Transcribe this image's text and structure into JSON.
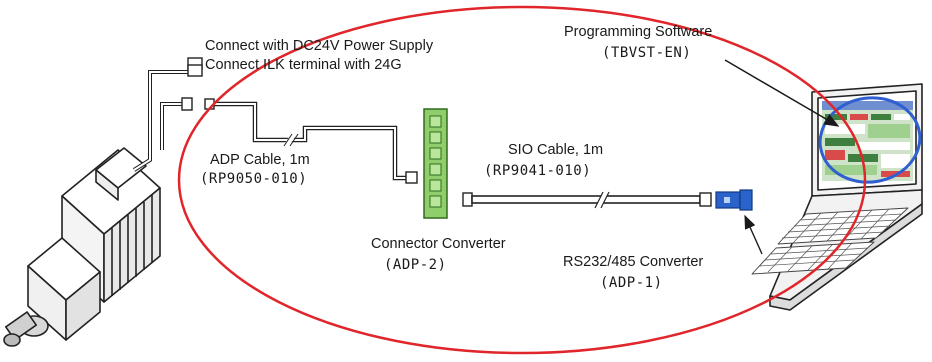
{
  "labels": {
    "power_supply": "Connect with DC24V Power Supply",
    "ilk_terminal": "Connect ILK terminal with 24G",
    "programming_software": "Programming Software",
    "programming_software_code": "(TBVST-EN)",
    "adp_cable": "ADP Cable, 1m",
    "adp_cable_code": "(RP9050-010)",
    "sio_cable": "SIO Cable, 1m",
    "sio_cable_code": "(RP9041-010)",
    "connector_converter": "Connector Converter",
    "connector_converter_code": "(ADP-2)",
    "rs_converter": "RS232/485 Converter",
    "rs_converter_code": "(ADP-1)"
  },
  "colors": {
    "highlight_ellipse": "#e0262a",
    "screen_highlight": "#2f5fd0",
    "connector_board": "#8fce6a",
    "converter_blue": "#2a63c9",
    "line": "#1a1a1a"
  },
  "icons": {
    "servo_motor": "servo-motor-icon",
    "laptop": "laptop-icon",
    "connector_board": "connector-board-icon",
    "usb_converter": "usb-converter-icon"
  }
}
